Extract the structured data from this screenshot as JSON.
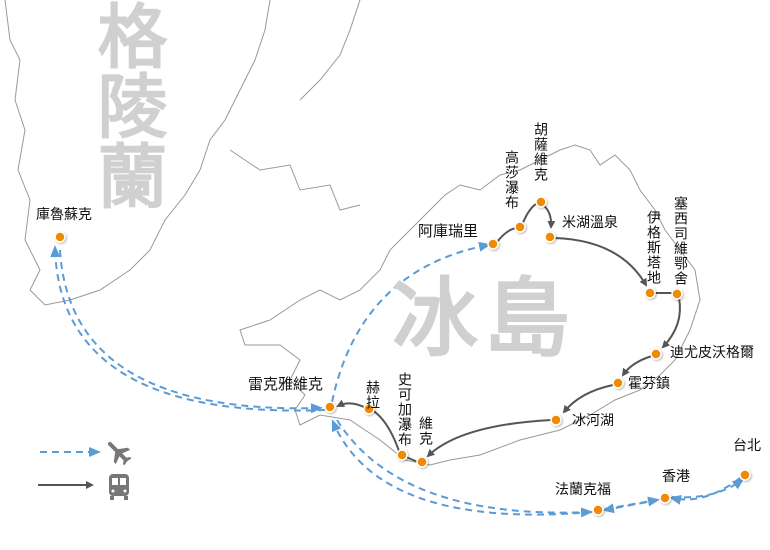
{
  "regions": {
    "greenland": "格陵蘭",
    "iceland": "冰島"
  },
  "cities": {
    "kulusuk": "庫魯蘇克",
    "akureyri": "阿庫瑞里",
    "godafoss": "高莎瀑布",
    "husavik": "胡薩維克",
    "myvatn": "米湖溫泉",
    "egilsstadir": "伊格斯塔地",
    "seydisfjordur": "塞西司維鄂舍",
    "djupivogur": "迪尤皮沃格爾",
    "hofn": "霍芬鎮",
    "jokulsarlon": "冰河湖",
    "vik": "維克",
    "skogafoss": "史可加瀑布",
    "hella": "赫拉",
    "reykjavik": "雷克雅維克",
    "frankfurt": "法蘭克福",
    "hongkong": "香港",
    "taipei": "台北"
  },
  "legend": [
    {
      "type": "flight",
      "icon": "airplane-icon",
      "color": "#5b9bd5"
    },
    {
      "type": "bus",
      "icon": "bus-icon",
      "color": "#555555"
    }
  ],
  "colors": {
    "point": "#f08a00",
    "flight": "#5b9bd5",
    "bus": "#555555",
    "coast": "#999999",
    "watermark": "#d0d0d0"
  }
}
